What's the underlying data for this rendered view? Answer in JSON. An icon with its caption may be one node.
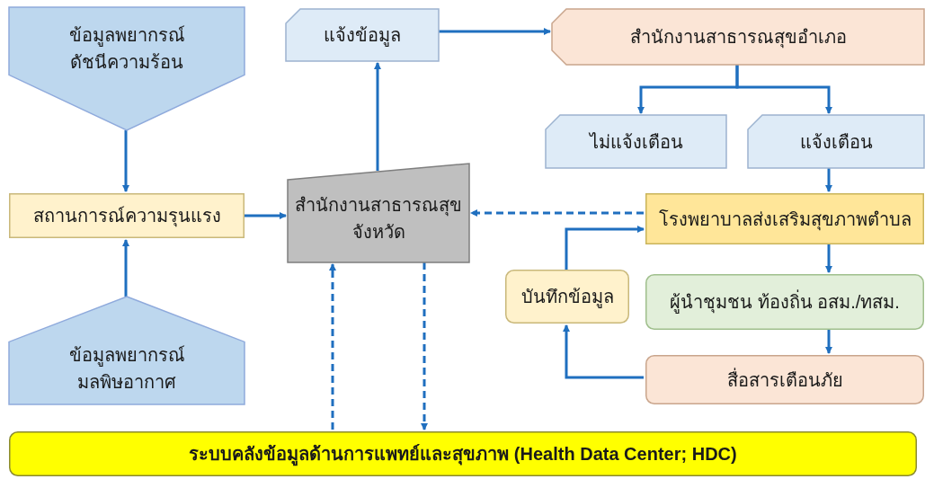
{
  "diagram": {
    "nodes": [
      {
        "text": [
          "ข้อมูลพยากรณ์ดัชนีความร้อน"
        ]
      },
      {
        "text": [
          "สถานการณ์ความรุนแรง"
        ]
      },
      {
        "text": [
          "ข้อมูลพยากรณ์มลพิษอากาศ"
        ]
      },
      {
        "text": [
          "สำนักงานสาธารณสุขจังหวัด"
        ]
      },
      {
        "text": [
          "แจ้งข้อมูล"
        ]
      },
      {
        "text": [
          "สำนักงานสาธารณสุขอำเภอ"
        ]
      },
      {
        "text": [
          "ไม่แจ้งเตือน"
        ]
      },
      {
        "text": [
          "แจ้งเตือน"
        ]
      },
      {
        "text": [
          "โรงพยาบาลส่งเสริมสุขภาพตำบล"
        ]
      },
      {
        "text": [
          "บันทึกข้อมูล"
        ]
      },
      {
        "text": [
          "ผู้นำชุมชน ท้องถิ่น อสม./ทสม."
        ]
      },
      {
        "text": [
          "สื่อสารเตือนภัย"
        ]
      },
      {
        "text": [
          "ระบบคลังข้อมูลด้านการแพทย์และสุขภาพ (Health Data Center; HDC)"
        ]
      }
    ],
    "edges": [
      {
        "from": 0,
        "to": 1,
        "arrow": "to"
      },
      {
        "from": 2,
        "to": 1,
        "arrow": "to"
      },
      {
        "from": 1,
        "to": 3,
        "arrow": "to"
      },
      {
        "from": 3,
        "to": 4,
        "arrow": "to"
      },
      {
        "from": 4,
        "to": 5,
        "arrow": "to"
      },
      {
        "from": 5,
        "to": 6,
        "arrow": "to"
      },
      {
        "from": 5,
        "to": 7,
        "arrow": "to"
      },
      {
        "from": 7,
        "to": 8,
        "arrow": "to"
      },
      {
        "from": 8,
        "to": 3,
        "arrow": "to",
        "style": "dashed"
      },
      {
        "from": 8,
        "to": 10,
        "arrow": "to"
      },
      {
        "from": 10,
        "to": 11,
        "arrow": "to"
      },
      {
        "from": 11,
        "to": 9,
        "arrow": "to"
      },
      {
        "from": 9,
        "to": 8,
        "arrow": "to"
      },
      {
        "from": 12,
        "to": 3,
        "arrow": "to",
        "style": "dashed"
      },
      {
        "from": 3,
        "to": 12,
        "arrow": "to",
        "style": "dashed"
      }
    ]
  }
}
